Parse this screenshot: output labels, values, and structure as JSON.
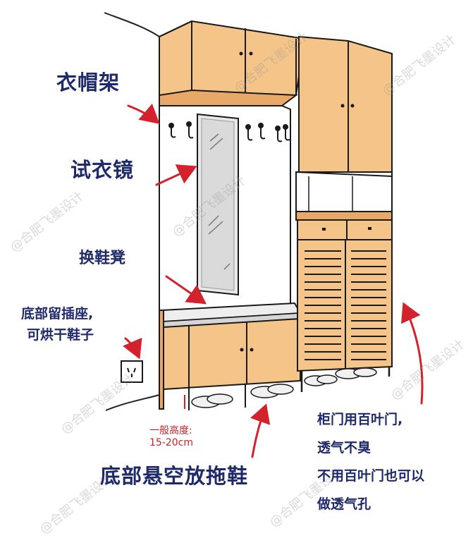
{
  "labels": {
    "coat_rack": "衣帽架",
    "mirror": "试衣镜",
    "bench": "换鞋凳",
    "socket_line1": "底部留插座,",
    "socket_line2": "可烘干鞋子",
    "height_note_line1": "一般高度:",
    "height_note_line2": "15-20cm",
    "bottom_note": "底部悬空放拖鞋",
    "louver_line1": "柜门用百叶门,",
    "louver_line2": "透气不臭",
    "louver_line3": "不用百叶门也可以",
    "louver_line4": "做透气孔"
  },
  "watermark": "@合肥飞墨设计",
  "colors": {
    "label": "#1f2a6b",
    "accent_red": "#c8242c",
    "wood": "#f5c98c",
    "outline": "#1a1a1a",
    "wall": "#ffffff"
  }
}
